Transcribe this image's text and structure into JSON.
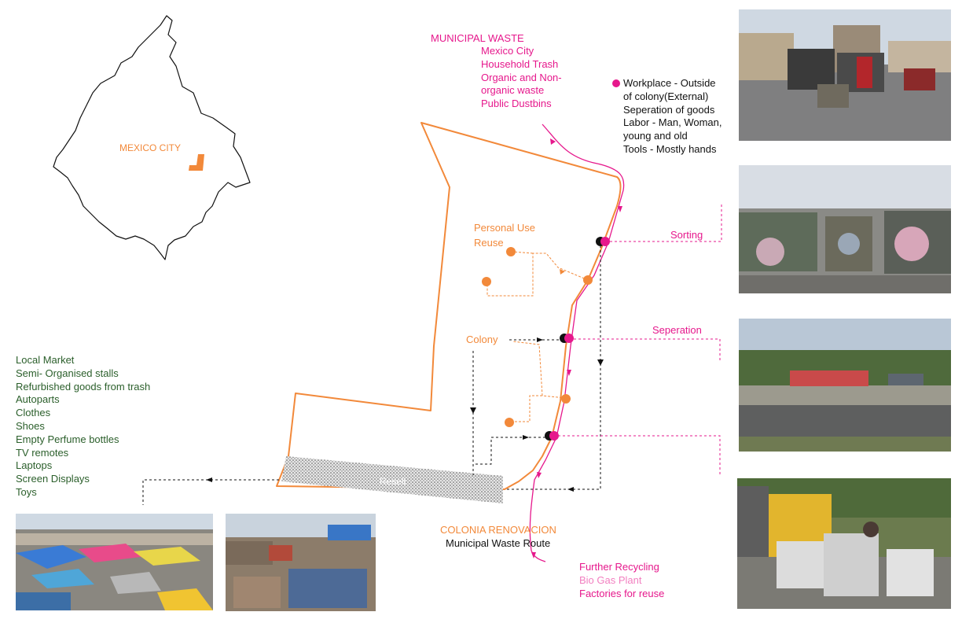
{
  "map": {
    "label": "MEXICO CITY"
  },
  "municipal_waste": {
    "heading": "MUNICIPAL WASTE",
    "lines": [
      "Mexico City",
      "Household Trash",
      "Organic and Non-",
      "organic waste",
      "Public Dustbins"
    ]
  },
  "workplace": {
    "lines": [
      "Workplace - Outside",
      "of colony(External)",
      "Seperation of goods",
      "Labor - Man, Woman,",
      "young and old",
      "Tools - Mostly hands"
    ]
  },
  "stages": {
    "sorting": "Sorting",
    "seperation": "Seperation"
  },
  "personal_use": {
    "line1": "Personal Use",
    "line2": "Reuse"
  },
  "colony_label": "Colony",
  "resell_label": "Resell",
  "colonia": {
    "name": "COLONIA RENOVACION",
    "route": "Municipal Waste Route"
  },
  "further": {
    "line1": "Further Recycling",
    "line2": "Bio Gas Plant",
    "line3": "Factories for reuse"
  },
  "market": {
    "items": [
      "Local Market",
      "Semi- Organised stalls",
      "Refurbished goods from trash",
      "Autoparts",
      "Clothes",
      "Shoes",
      "Empty Perfume bottles",
      "TV remotes",
      "Laptops",
      "Screen Displays",
      "Toys"
    ]
  },
  "colors": {
    "magenta": "#e6188c",
    "orange": "#f2893a",
    "green": "#2b5f2b",
    "pink": "#f27fc0"
  }
}
